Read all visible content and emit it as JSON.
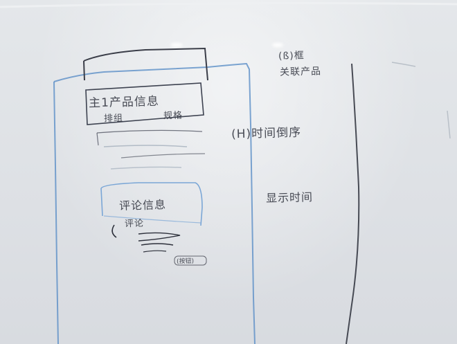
{
  "whiteboard": {
    "ink_color": "#2c2f3a",
    "marker_blue": "#5b8fc7",
    "handwriting": {
      "top_right_title": "(ß)框",
      "top_right_sub": "关联产品",
      "product_info_label": "主1产品信息",
      "product_sub_left": "排组",
      "product_sub_right": "规格",
      "middle_note": "(H)时间倒序",
      "right_note": "显示时间",
      "comment_info_label": "评论信息",
      "comment_sub": "评论",
      "small_button": "(按钮)"
    }
  }
}
